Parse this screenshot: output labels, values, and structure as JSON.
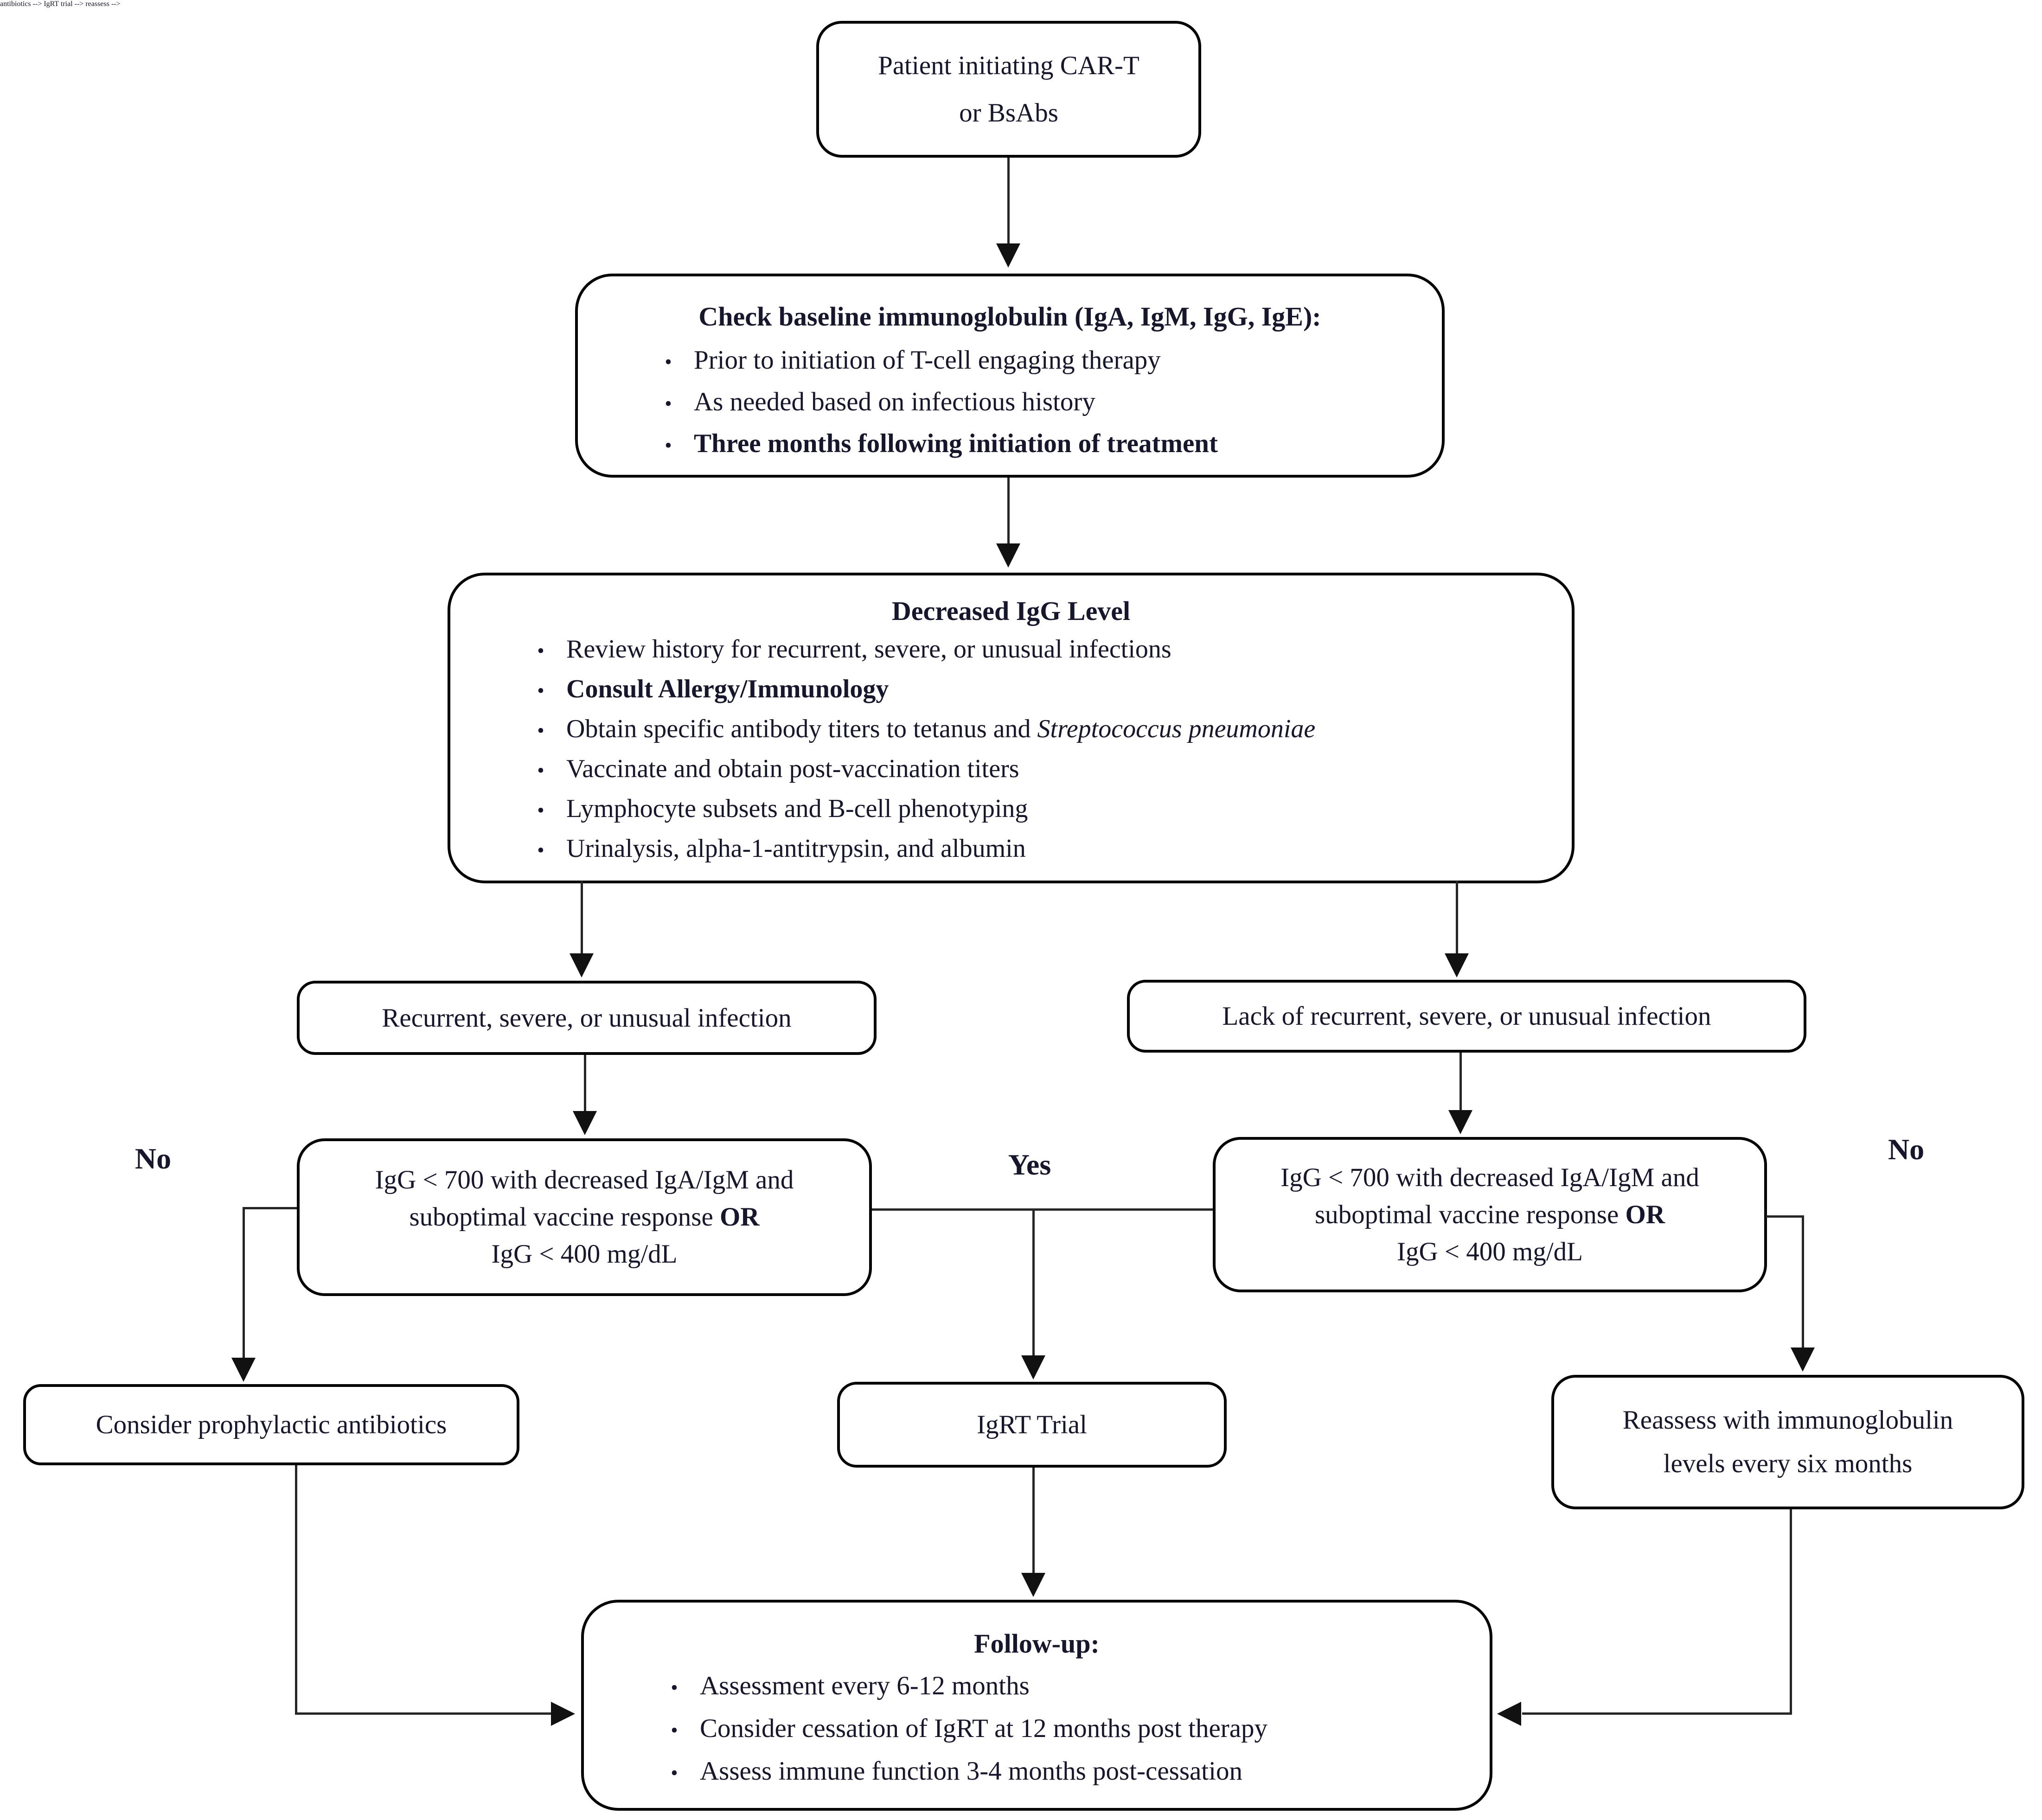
{
  "colors": {
    "text": "#16162c",
    "border": "#000000",
    "line": "#262626",
    "background": "#ffffff"
  },
  "bullet_char": "•",
  "nodes": {
    "start": {
      "line1": "Patient initiating CAR-T",
      "line2": "or BsAbs"
    },
    "baseline": {
      "title": "Check baseline immunoglobulin (IgA, IgM, IgG, IgE):",
      "bullet1": "Prior to initiation of T-cell engaging therapy",
      "bullet2": "As needed based on infectious history",
      "bullet3": "Three months following initiation of treatment"
    },
    "decreased_igg": {
      "title": "Decreased IgG Level",
      "bullet1": "Review history for recurrent, severe, or unusual infections",
      "bullet2": "Consult Allergy/Immunology",
      "bullet3_normal": "Obtain specific antibody titers to tetanus and ",
      "bullet3_italic": "Streptococcus pneumoniae",
      "bullet4": "Vaccinate and obtain post-vaccination titers",
      "bullet5": "Lymphocyte subsets and B-cell phenotyping",
      "bullet6": "Urinalysis, alpha-1-antitrypsin, and albumin"
    },
    "branch_left": {
      "text": "Recurrent, severe, or unusual infection"
    },
    "branch_right": {
      "text": "Lack of recurrent, severe, or unusual infection"
    },
    "decision": {
      "line1": "IgG < 700 with decreased IgA/IgM and",
      "line2_normal": "suboptimal vaccine response ",
      "line2_bold": "OR",
      "line3": "IgG < 400 mg/dL"
    },
    "antibiotics": {
      "text": "Consider prophylactic antibiotics"
    },
    "igrt": {
      "text": "IgRT Trial"
    },
    "reassess": {
      "line1": "Reassess with immunoglobulin",
      "line2": "levels every six months"
    },
    "followup": {
      "title": "Follow-up:",
      "bullet1": "Assessment every 6-12 months",
      "bullet2": "Consider cessation of IgRT at 12 months post therapy",
      "bullet3": "Assess immune function 3-4 months post-cessation"
    },
    "labels": {
      "no_left": "No",
      "yes": "Yes",
      "no_right": "No"
    }
  }
}
